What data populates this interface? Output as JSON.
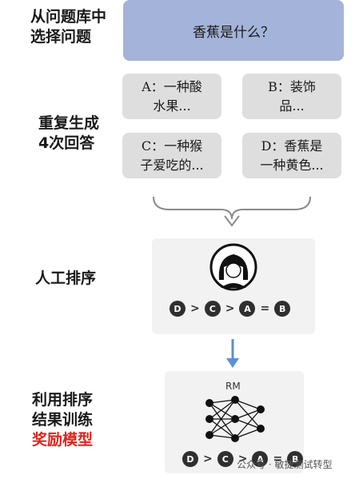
{
  "steps": {
    "select": "从问题库中\n选择问题",
    "generate": "重复生成\n4次回答",
    "rank": "人工排序",
    "train_line1": "利用排序\n结果训练",
    "train_line2": "奖励模型"
  },
  "question": "香蕉是什么？",
  "answers": [
    {
      "text": "A：一种酸\n水果..."
    },
    {
      "text": "B：装饰\n品..."
    },
    {
      "text": "C：一种猴\n子爱吃的..."
    },
    {
      "text": "D：香蕉是\n一种黄色..."
    }
  ],
  "ranking": {
    "items": [
      "D",
      ">",
      "C",
      ">",
      "A",
      "=",
      "B"
    ]
  },
  "rm_label": "RM",
  "watermark": "公众号 · 敏捷测试转型",
  "colors": {
    "question_bg": "#a4b3d9",
    "answer_bg": "#dedede",
    "arrow_blue": "#5b8fd6",
    "highlight_red": "#e0251b"
  }
}
